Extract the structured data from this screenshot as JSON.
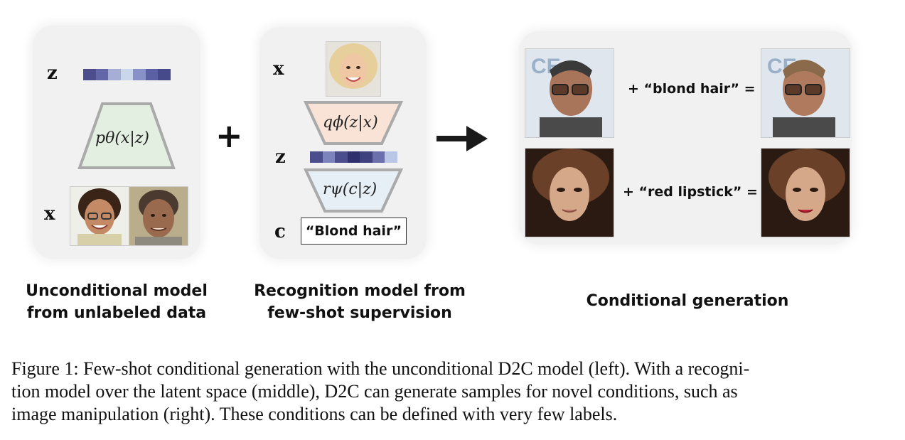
{
  "left_panel": {
    "z_label": "z",
    "x_label": "x",
    "decoder_label": "pθ(x|z)",
    "latent_colors": [
      "#4b4d8c",
      "#6367a8",
      "#a6aed6",
      "#c9d6ec",
      "#8892c8",
      "#5b5fa3",
      "#474a8a"
    ],
    "title_line1": "Unconditional model",
    "title_line2": "from unlabeled data"
  },
  "plus_sign": "+",
  "middle_panel": {
    "x_label": "x",
    "z_label": "z",
    "c_label": "c",
    "encoder_label": "qϕ(z|x)",
    "classifier_label": "rψ(c|z)",
    "latent_colors": [
      "#4b4d8c",
      "#7d83bc",
      "#4b4d8c",
      "#2e2f6c",
      "#3f417f",
      "#6b70ad",
      "#b9c6e6"
    ],
    "condition_text": "“Blond hair”",
    "title_line1": "Recognition model from",
    "title_line2": "few-shot supervision"
  },
  "right_panel": {
    "row1_text": "+ “blond hair” =",
    "row2_text": "+ “red lipstick” =",
    "title": "Conditional generation"
  },
  "caption": {
    "line1": "Figure 1: Few-shot conditional generation with the unconditional D2C model (left). With a recogni-",
    "line2": "tion model over the latent space (middle), D2C can generate samples for novel conditions, such as",
    "line3": "image manipulation (right). These conditions can be defined with very few labels."
  }
}
